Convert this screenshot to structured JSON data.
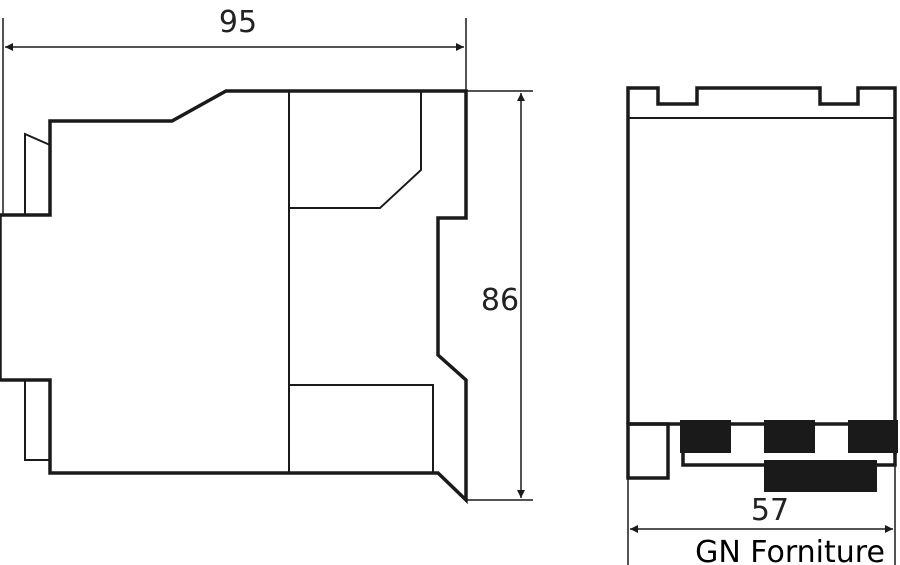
{
  "dimensions": {
    "width": "95",
    "height": "86",
    "depth": "57"
  },
  "watermark": "GN Forniture"
}
